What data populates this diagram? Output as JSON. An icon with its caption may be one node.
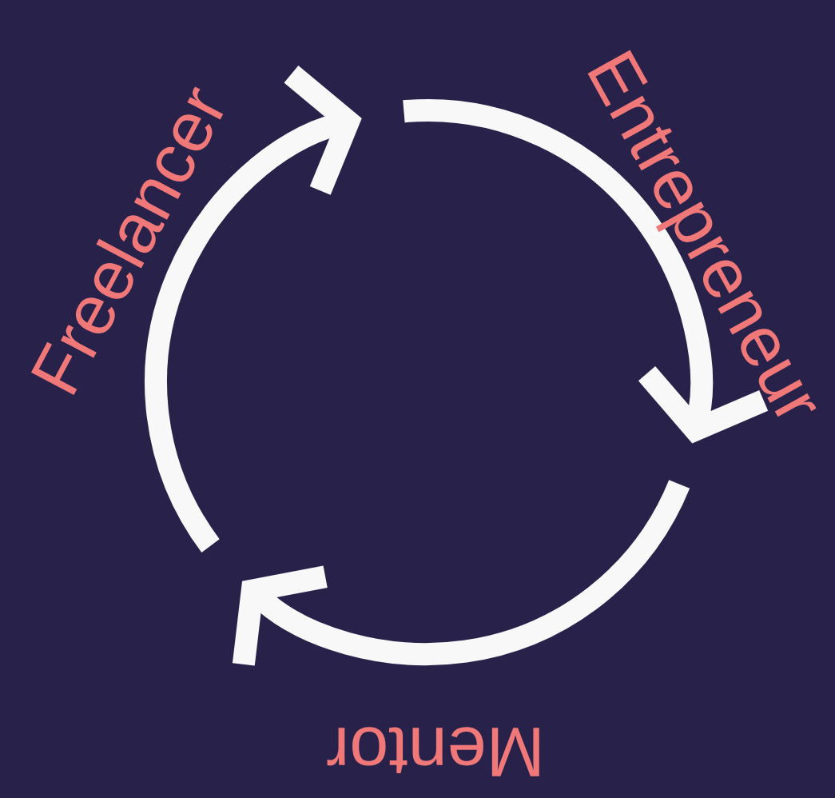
{
  "diagram": {
    "labels": [
      "Freelancer",
      "Entrepreneur",
      "Mentor"
    ]
  }
}
